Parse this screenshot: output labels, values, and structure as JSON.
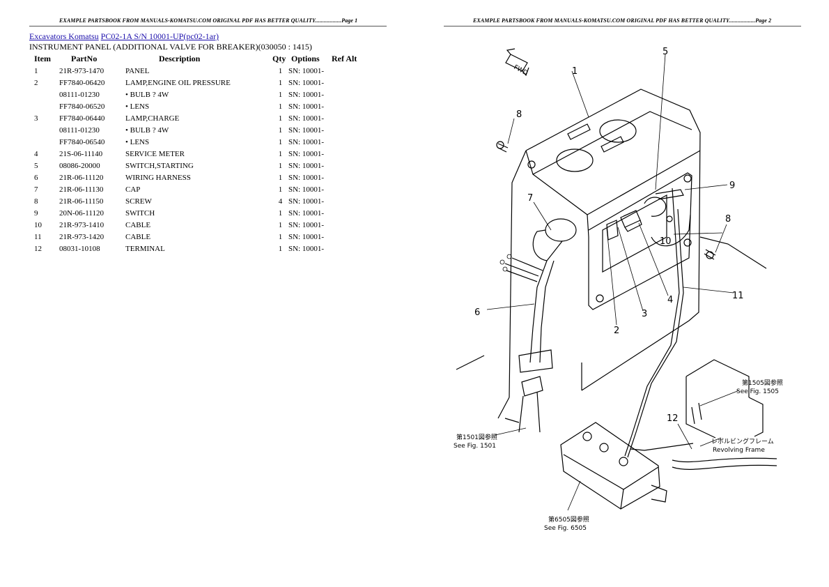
{
  "page1": {
    "banner": "EXAMPLE PARTSBOOK FROM MANUALS-KOMATSU.COM ORIGINAL PDF HAS BETTER QUALITY..................Page 1",
    "breadcrumb": {
      "link1": "Excavators Komatsu",
      "link2": "PC02-1A S/N 10001-UP(pc02-1ar)"
    },
    "section_title": "INSTRUMENT PANEL (ADDITIONAL VALVE FOR BREAKER)(030050 : 1415)",
    "columns": [
      "Item",
      "PartNo",
      "Description",
      "Qty",
      "Options",
      "Ref Alt"
    ],
    "rows": [
      {
        "item": "1",
        "partno": "21R-973-1470",
        "desc": "PANEL",
        "qty": "1",
        "options": "SN: 10001-",
        "ref": ""
      },
      {
        "item": "2",
        "partno": "FF7840-06420",
        "desc": "LAMP,ENGINE OIL PRESSURE",
        "qty": "1",
        "options": "SN: 10001-",
        "ref": ""
      },
      {
        "item": "",
        "partno": "08111-01230",
        "desc": "• BULB ? 4W",
        "qty": "1",
        "options": "SN: 10001-",
        "ref": ""
      },
      {
        "item": "",
        "partno": "FF7840-06520",
        "desc": "• LENS",
        "qty": "1",
        "options": "SN: 10001-",
        "ref": ""
      },
      {
        "item": "3",
        "partno": "FF7840-06440",
        "desc": "LAMP,CHARGE",
        "qty": "1",
        "options": "SN: 10001-",
        "ref": ""
      },
      {
        "item": "",
        "partno": "08111-01230",
        "desc": "• BULB ? 4W",
        "qty": "1",
        "options": "SN: 10001-",
        "ref": ""
      },
      {
        "item": "",
        "partno": "FF7840-06540",
        "desc": "• LENS",
        "qty": "1",
        "options": "SN: 10001-",
        "ref": ""
      },
      {
        "item": "4",
        "partno": "21S-06-11140",
        "desc": "SERVICE METER",
        "qty": "1",
        "options": "SN: 10001-",
        "ref": ""
      },
      {
        "item": "5",
        "partno": "08086-20000",
        "desc": "SWITCH,STARTING",
        "qty": "1",
        "options": "SN: 10001-",
        "ref": ""
      },
      {
        "item": "6",
        "partno": "21R-06-11120",
        "desc": "WIRING HARNESS",
        "qty": "1",
        "options": "SN: 10001-",
        "ref": ""
      },
      {
        "item": "7",
        "partno": "21R-06-11130",
        "desc": "CAP",
        "qty": "1",
        "options": "SN: 10001-",
        "ref": ""
      },
      {
        "item": "8",
        "partno": "21R-06-11150",
        "desc": "SCREW",
        "qty": "4",
        "options": "SN: 10001-",
        "ref": ""
      },
      {
        "item": "9",
        "partno": "20N-06-11120",
        "desc": "SWITCH",
        "qty": "1",
        "options": "SN: 10001-",
        "ref": ""
      },
      {
        "item": "10",
        "partno": "21R-973-1410",
        "desc": "CABLE",
        "qty": "1",
        "options": "SN: 10001-",
        "ref": ""
      },
      {
        "item": "11",
        "partno": "21R-973-1420",
        "desc": "CABLE",
        "qty": "1",
        "options": "SN: 10001-",
        "ref": ""
      },
      {
        "item": "12",
        "partno": "08031-10108",
        "desc": "TERMINAL",
        "qty": "1",
        "options": "SN: 10001-",
        "ref": ""
      }
    ]
  },
  "page2": {
    "banner": "EXAMPLE PARTSBOOK FROM MANUALS-KOMATSU.COM ORIGINAL PDF HAS BETTER QUALITY..................Page 2",
    "diagram": {
      "fwd_label": "FWD",
      "callouts": [
        "1",
        "2",
        "3",
        "4",
        "5",
        "6",
        "7",
        "8",
        "8",
        "9",
        "10",
        "11",
        "12"
      ],
      "notes": {
        "fig1505_jp": "第1505図参照",
        "fig1505_en": "See Fig. 1505",
        "fig1501_jp": "第1501図参照",
        "fig1501_en": "See Fig. 1501",
        "fig6505_jp": "第6505図参照",
        "fig6505_en": "See Fig. 6505",
        "frame_jp": "レボルビングフレーム",
        "frame_en": "Revolving Frame"
      }
    }
  }
}
